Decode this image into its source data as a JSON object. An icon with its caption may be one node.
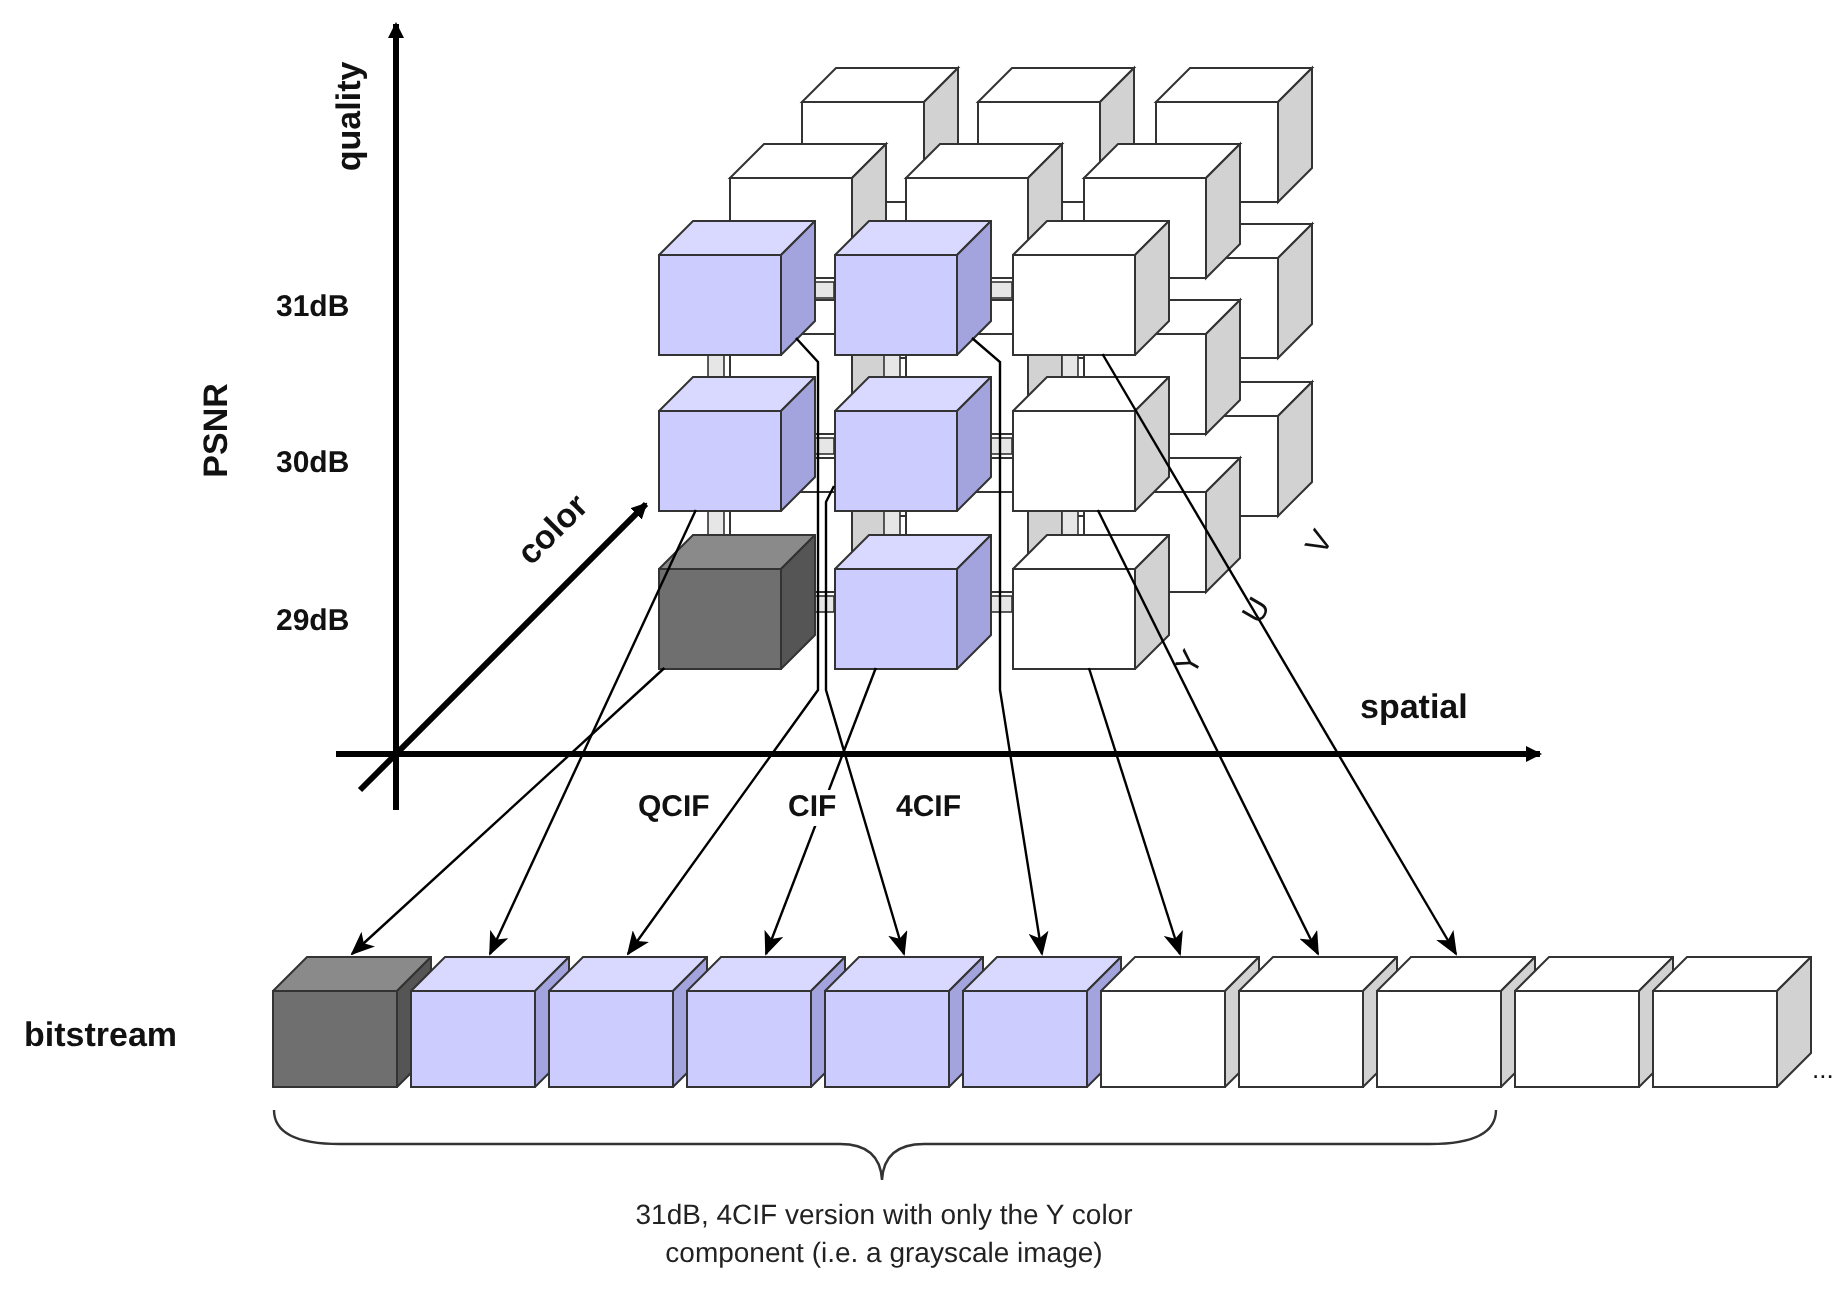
{
  "diagram": {
    "nodes": [
      {
        "text": [],
        "shape": "cube"
      },
      {
        "text": [],
        "shape": "cube"
      },
      {
        "text": [],
        "shape": "cube"
      },
      {
        "text": [],
        "shape": "cube"
      },
      {
        "text": [],
        "shape": "cube"
      },
      {
        "text": [],
        "shape": "cube"
      },
      {
        "text": [],
        "shape": "cube"
      },
      {
        "text": [],
        "shape": "cube"
      },
      {
        "text": [],
        "shape": "cube"
      },
      {
        "text": [],
        "shape": "cube"
      },
      {
        "text": [],
        "shape": "cube"
      },
      {
        "text": [],
        "shape": "cube"
      },
      {
        "text": [],
        "shape": "cube"
      },
      {
        "text": [],
        "shape": "cube"
      },
      {
        "text": [],
        "shape": "cube"
      },
      {
        "text": [],
        "shape": "cube"
      },
      {
        "text": [],
        "shape": "cube"
      },
      {
        "text": [],
        "shape": "cube"
      },
      {
        "text": [],
        "shape": "cube"
      },
      {
        "text": [],
        "shape": "cube"
      }
    ],
    "edges": [
      {
        "from": 6,
        "to": 9,
        "arrow": "to"
      },
      {
        "from": 3,
        "to": 10,
        "arrow": "to"
      },
      {
        "from": 0,
        "to": 11,
        "arrow": "to"
      },
      {
        "from": 7,
        "to": 12,
        "arrow": "to"
      },
      {
        "from": 4,
        "to": 13,
        "arrow": "to"
      },
      {
        "from": 1,
        "to": 14,
        "arrow": "to"
      },
      {
        "from": 8,
        "to": 15,
        "arrow": "to"
      },
      {
        "from": 5,
        "to": 16,
        "arrow": "to"
      },
      {
        "from": 2,
        "to": 17,
        "arrow": "to"
      }
    ],
    "labels": [
      "quality",
      "PSNR",
      "31dB",
      "30dB",
      "29dB",
      "color",
      "V",
      "U",
      "Y",
      "spatial",
      "QCIF",
      "CIF",
      "4CIF",
      "bitstream",
      "...",
      "31dB, 4CIF version with only the Y color component (i.e. a grayscale image)"
    ]
  }
}
